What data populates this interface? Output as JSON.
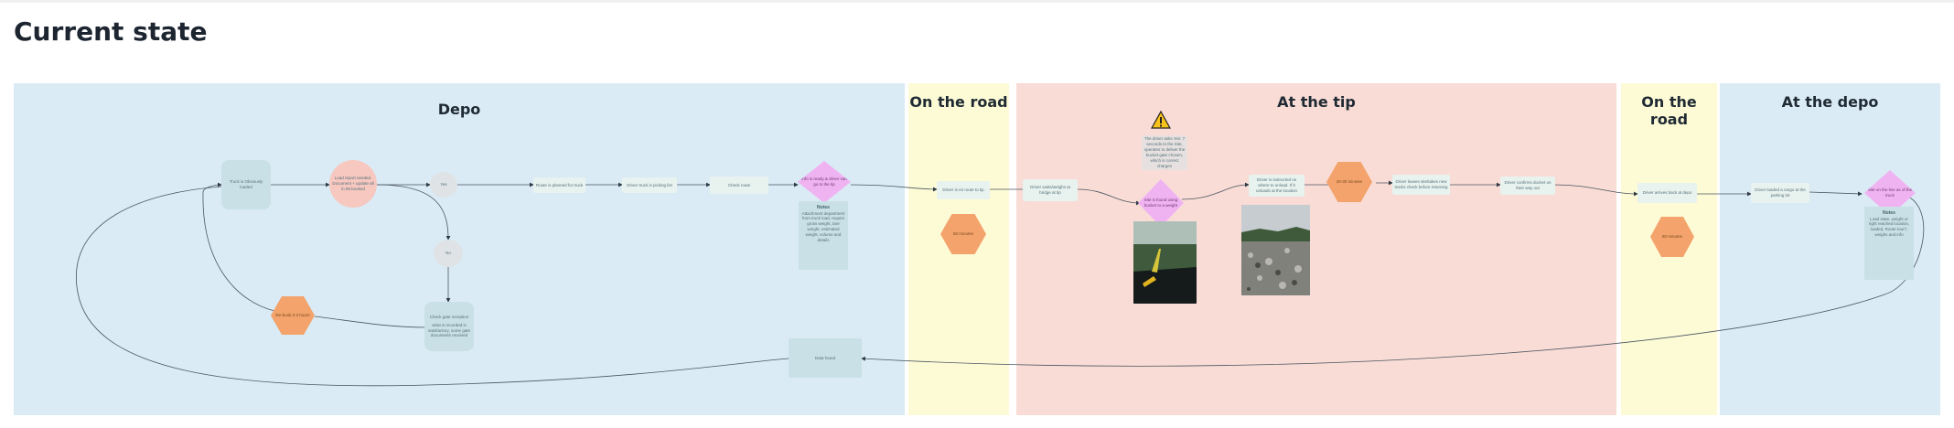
{
  "page_title": "Current state",
  "lanes": {
    "depo": "Depo",
    "road1": "On the road",
    "tip": "At the tip",
    "road2": "On the road",
    "at_depo": "At the depo"
  },
  "colors": {
    "lane_blue": "#daebf5",
    "lane_yellow": "#fdfbd6",
    "lane_red": "#f9dcd6",
    "hexagon": "#f3a36b",
    "decision": "#f0b3f2"
  },
  "nodes": {
    "n1": "Truck is Obviously loaded",
    "n2": "Load report needed. Document + update all in IM booked",
    "n3": "Yes",
    "n4": "Route is planned for truck",
    "n5": "Driver truck is picking list",
    "n6": "Check route",
    "n7": "Info is ready & driver can go to the tip",
    "n7_notes_title": "Notes",
    "n7_notes": "Attachment department from truck load, require gross weight, tare weight, estimated weight, volume and details",
    "n8": "No",
    "n9": "Check gate reception",
    "n9_sub": "what is recorded is satisfactory, some gate documents received",
    "n10": "Re-book 2-3 hours",
    "n11": "Driver is en route to tip",
    "n12": "80 minutes",
    "n13": "Driver waits/weighs at bridge at tip",
    "n14": "The driver asks Yes: 7 seconds to the Site, operates to deliver the bucket gate chosen, which is correct charges",
    "n15": "Site is found using bucket to a weight",
    "n16": "Driver is instructed on where to unload. If it unloads at the location",
    "n17": "20-30 minutes",
    "n18": "Driver leaves site/takes new tracks check before returning",
    "n19": "Driver confirms docket on their way out",
    "n20": "Driver arrives back at depo",
    "n21": "80 minutes",
    "n22": "Driver loaded a cargo at the parking lot",
    "n23": "Site on the line as of the truck",
    "n23_notes_title": "Notes",
    "n23_notes": "Load state, weight or right reached location, loaded, Route tour?, weighs and info",
    "n24": "Data found"
  },
  "icons": {
    "warning": "warning-triangle-icon"
  }
}
